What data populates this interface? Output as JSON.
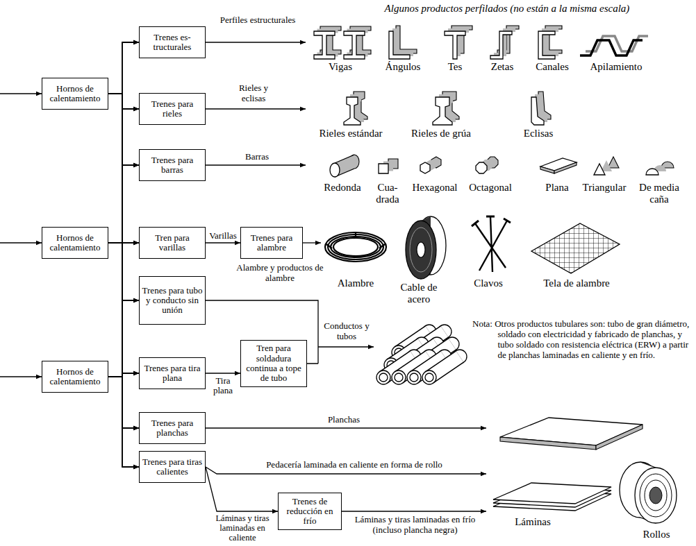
{
  "diagram": {
    "nodes": [
      {
        "text": [
          "Hornos de calentamiento"
        ]
      },
      {
        "text": [
          "Hornos de calentamiento"
        ]
      },
      {
        "text": [
          "Hornos de calentamiento"
        ]
      },
      {
        "text": [
          "Trenes es- tructurales"
        ]
      },
      {
        "text": [
          "Trenes para rieles"
        ]
      },
      {
        "text": [
          "Trenes para barras"
        ]
      },
      {
        "text": [
          "Tren para varillas"
        ]
      },
      {
        "text": [
          "Trenes para alambre"
        ]
      },
      {
        "text": [
          "Trenes para tubo y conducto sin unión"
        ]
      },
      {
        "text": [
          "Trenes para tira plana"
        ]
      },
      {
        "text": [
          "Tren para soldadura continua a tope de tubo"
        ]
      },
      {
        "text": [
          "Trenes para planchas"
        ]
      },
      {
        "text": [
          "Trenes para tiras calientes"
        ]
      },
      {
        "text": [
          "Trenes de reducción en frío"
        ]
      }
    ],
    "edges": [
      {
        "from": 0,
        "to": 3,
        "arrow": "to"
      },
      {
        "from": 0,
        "to": 4,
        "arrow": "to"
      },
      {
        "from": 0,
        "to": 5,
        "arrow": "to"
      },
      {
        "from": 0,
        "to": 6,
        "arrow": "to"
      },
      {
        "from": 0,
        "to": 8,
        "arrow": "to"
      },
      {
        "from": 0,
        "to": 9,
        "arrow": "to"
      },
      {
        "from": 0,
        "to": 11,
        "arrow": "to"
      },
      {
        "from": 0,
        "to": 12,
        "arrow": "to"
      },
      {
        "from": 1,
        "to": 3,
        "arrow": "to"
      },
      {
        "from": 1,
        "to": 4,
        "arrow": "to"
      },
      {
        "from": 1,
        "to": 5,
        "arrow": "to"
      },
      {
        "from": 1,
        "to": 6,
        "arrow": "to"
      },
      {
        "from": 1,
        "to": 8,
        "arrow": "to"
      },
      {
        "from": 1,
        "to": 9,
        "arrow": "to"
      },
      {
        "from": 1,
        "to": 11,
        "arrow": "to"
      },
      {
        "from": 1,
        "to": 12,
        "arrow": "to"
      },
      {
        "from": 2,
        "to": 3,
        "arrow": "to"
      },
      {
        "from": 2,
        "to": 4,
        "arrow": "to"
      },
      {
        "from": 2,
        "to": 5,
        "arrow": "to"
      },
      {
        "from": 2,
        "to": 6,
        "arrow": "to"
      },
      {
        "from": 2,
        "to": 8,
        "arrow": "to"
      },
      {
        "from": 2,
        "to": 9,
        "arrow": "to"
      },
      {
        "from": 2,
        "to": 11,
        "arrow": "to"
      },
      {
        "from": 2,
        "to": 12,
        "arrow": "to"
      },
      {
        "from": 6,
        "to": 7,
        "label": "Varillas",
        "arrow": "to"
      },
      {
        "from": 9,
        "to": 10,
        "label": "Tira plana",
        "arrow": "to"
      },
      {
        "from": 12,
        "to": 13,
        "label": "Láminas y tiras laminadas en caliente",
        "arrow": "to"
      }
    ],
    "labels": [
      "Algunos productos perfilados (no están a la misma escala)",
      "Perfiles estructurales",
      "Vigas",
      "Ángulos",
      "Tes",
      "Zetas",
      "Canales",
      "Apilamiento",
      "Rieles y eclisas",
      "Rieles estándar",
      "Rieles de grúa",
      "Eclisas",
      "Barras",
      "Redonda",
      "Cua- drada",
      "Hexagonal",
      "Octagonal",
      "Plana",
      "Triangular",
      "De media caña",
      "Alambre y productos de alambre",
      "Alambre",
      "Cable de acero",
      "Clavos",
      "Tela de alambre",
      "Conductos y tubos",
      "Nota: Otros productos tubulares son: tubo de gran diámetro, soldado con electricidad y fabricado de planchas, y tubo soldado con resistencia eléctrica (ERW) a partir de planchas laminadas en caliente y en frío.",
      "Planchas",
      "Pedacería laminada en caliente en forma de rollo",
      "Láminas y tiras laminadas en frío (incluso plancha negra)",
      "Láminas",
      "Rollos"
    ]
  }
}
